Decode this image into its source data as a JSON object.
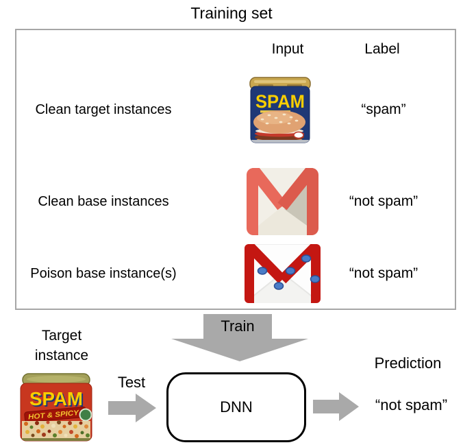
{
  "title": "Training set",
  "colors": {
    "arrow_gray": "#a9a9a9",
    "box_border": "#a6a6a6",
    "gmail_red": "#e8695b",
    "poison_red": "#c41712",
    "poison_dot_blue": "#4a7cc7",
    "spam_can_navy": "#1e3876",
    "spam_can_yellow": "#f8ce00"
  },
  "training_box": {
    "headers": {
      "input": "Input",
      "label": "Label"
    },
    "rows": [
      {
        "name": "Clean target instances",
        "icon": "spam-can-image",
        "label": "“spam”"
      },
      {
        "name": "Clean base instances",
        "icon": "gmail-icon",
        "label": "“not spam”"
      },
      {
        "name": "Poison base instance(s)",
        "icon": "poisoned-gmail-icon",
        "label": "“not spam”"
      }
    ]
  },
  "flow": {
    "train_arrow_label": "Train",
    "target_instance_line1": "Target",
    "target_instance_line2": "instance",
    "test_label": "Test",
    "dnn_label": "DNN",
    "prediction_heading": "Prediction",
    "prediction_value": "“not spam”"
  },
  "can_art": {
    "brand": "SPAM",
    "variant_banner": "HOT & SPICY"
  }
}
